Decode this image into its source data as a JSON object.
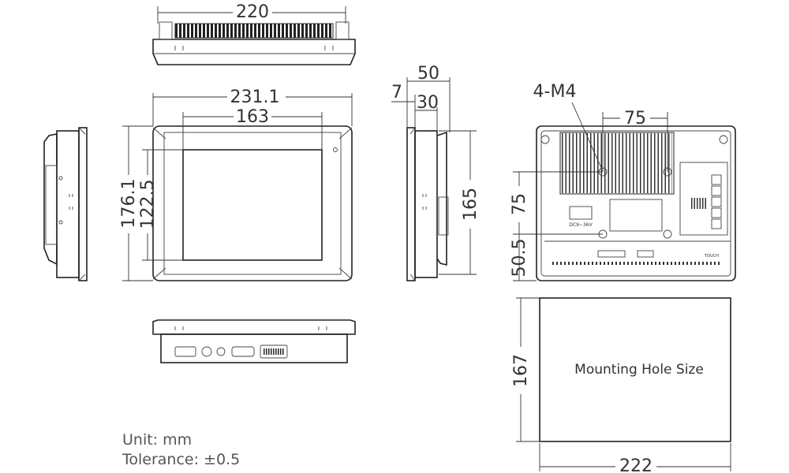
{
  "top_view": {
    "width_dim": "220"
  },
  "front_view": {
    "outer_width_dim": "231.1",
    "screen_width_dim": "163",
    "outer_height_dim": "176.1",
    "screen_height_dim": "122.5"
  },
  "side_view": {
    "total_depth_dim": "50",
    "bezel_depth_dim": "7",
    "body_depth_dim": "30",
    "height_dim": "165"
  },
  "rear_view": {
    "screw_label": "4-M4",
    "hole_spacing_x_dim": "75",
    "hole_spacing_y_dim": "75",
    "hole_offset_dim": "50.5",
    "power_label": "DC9~36V",
    "touch_label": "TOUCH"
  },
  "cutout": {
    "label": "Mounting Hole Size",
    "width_dim": "222",
    "height_dim": "167"
  },
  "notes": {
    "unit": "Unit: mm",
    "tolerance": "Tolerance: ±0.5"
  },
  "colors": {
    "line": "#222222",
    "text": "#333333",
    "note_text": "#555555"
  }
}
